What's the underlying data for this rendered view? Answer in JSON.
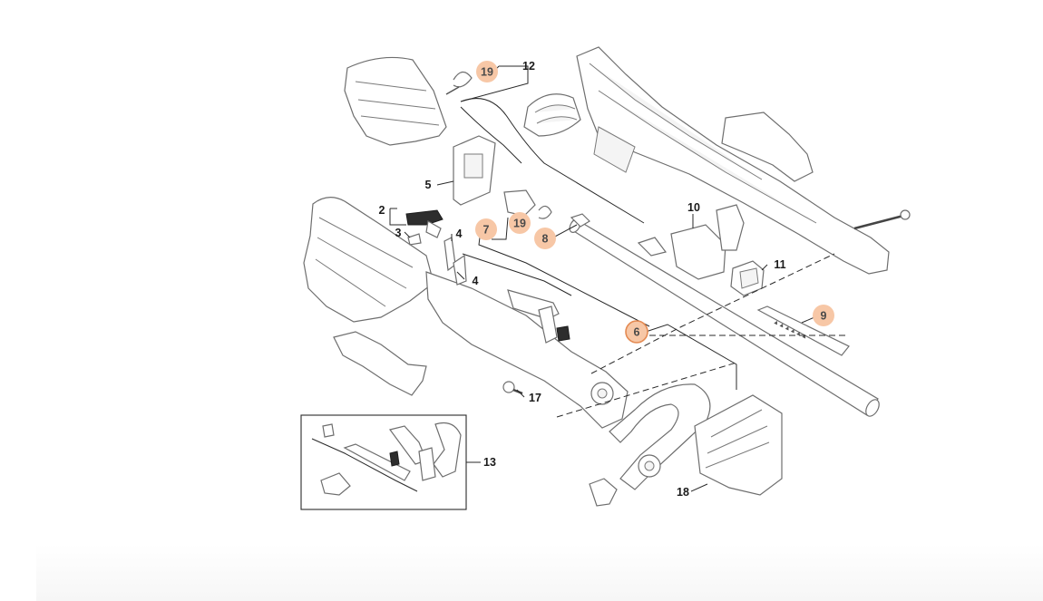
{
  "callouts": {
    "c19a": {
      "label": "19",
      "highlighted": true
    },
    "c12": {
      "label": "12",
      "highlighted": false
    },
    "c5": {
      "label": "5",
      "highlighted": false
    },
    "c2": {
      "label": "2",
      "highlighted": false
    },
    "c3": {
      "label": "3",
      "highlighted": false
    },
    "c7": {
      "label": "7",
      "highlighted": true
    },
    "c19b": {
      "label": "19",
      "highlighted": true
    },
    "c8": {
      "label": "8",
      "highlighted": true
    },
    "c4a": {
      "label": "4",
      "highlighted": false
    },
    "c4b": {
      "label": "4",
      "highlighted": false
    },
    "c10": {
      "label": "10",
      "highlighted": false
    },
    "c11": {
      "label": "11",
      "highlighted": false
    },
    "c9": {
      "label": "9",
      "highlighted": true
    },
    "c6": {
      "label": "6",
      "highlighted": true,
      "selected": true
    },
    "c17": {
      "label": "17",
      "highlighted": false
    },
    "c13": {
      "label": "13",
      "highlighted": false
    },
    "c18": {
      "label": "18",
      "highlighted": false
    }
  },
  "colors": {
    "highlight_fill": "#f7c7a6",
    "highlight_ring": "#e48a52",
    "line": "#2a2a2a",
    "part_outline": "#6e6e6e"
  }
}
